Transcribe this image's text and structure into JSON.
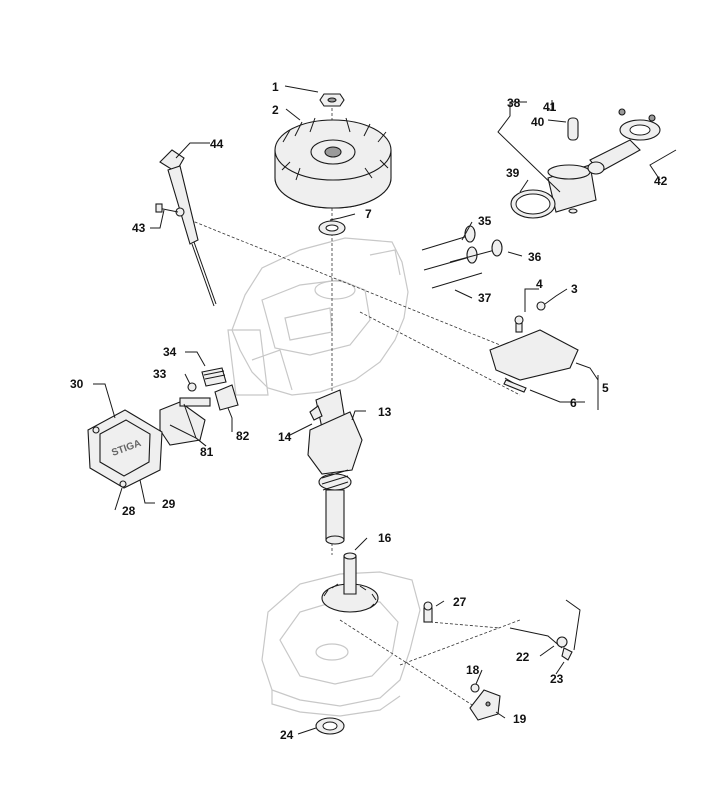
{
  "callouts": {
    "c1": "1",
    "c2": "2",
    "c3": "3",
    "c4": "4",
    "c5": "5",
    "c6": "6",
    "c7": "7",
    "c13": "13",
    "c14": "14",
    "c16": "16",
    "c18": "18",
    "c19": "19",
    "c22": "22",
    "c23": "23",
    "c24": "24",
    "c27": "27",
    "c28": "28",
    "c29": "29",
    "c30": "30",
    "c33": "33",
    "c34": "34",
    "c35": "35",
    "c36": "36",
    "c37": "37",
    "c38": "38",
    "c39": "39",
    "c40": "40",
    "c41": "41",
    "c42": "42",
    "c43": "43",
    "c44": "44",
    "c81": "81",
    "c82": "82"
  },
  "icons": {
    "flywheel": "flywheel-icon",
    "crankshaft": "crankshaft-icon",
    "piston": "piston-icon",
    "valve_cover": "valve-cover-icon"
  }
}
